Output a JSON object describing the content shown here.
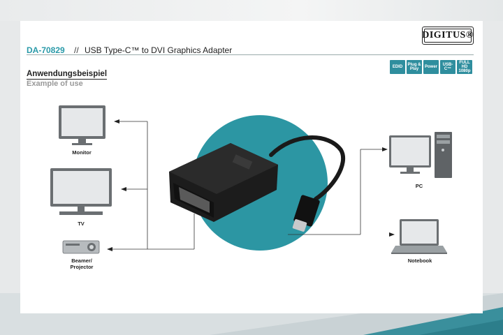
{
  "header": {
    "brand": "DIGITUS®",
    "model": "DA-70829",
    "separator": "//",
    "description": "USB Type-C™ to DVI Graphics Adapter"
  },
  "badges": [
    {
      "icon": "edid-icon",
      "label": "EDID"
    },
    {
      "icon": "plug-and-play-icon",
      "label": "Plug & Play"
    },
    {
      "icon": "power-icon",
      "label": "Power"
    },
    {
      "icon": "usb-c-icon",
      "label": "USB-C™"
    },
    {
      "icon": "full-hd-icon",
      "label": "FULL HD 1080p"
    }
  ],
  "section": {
    "title_de": "Anwendungsbeispiel",
    "title_en": "Example of use"
  },
  "devices": {
    "monitor": "Monitor",
    "tv": "TV",
    "projector": "Beamer/\nProjector",
    "pc": "PC",
    "notebook": "Notebook"
  },
  "colors": {
    "accent": "#2a9aa9",
    "circle": "#2c96a3",
    "badge": "#2f8e9e"
  }
}
